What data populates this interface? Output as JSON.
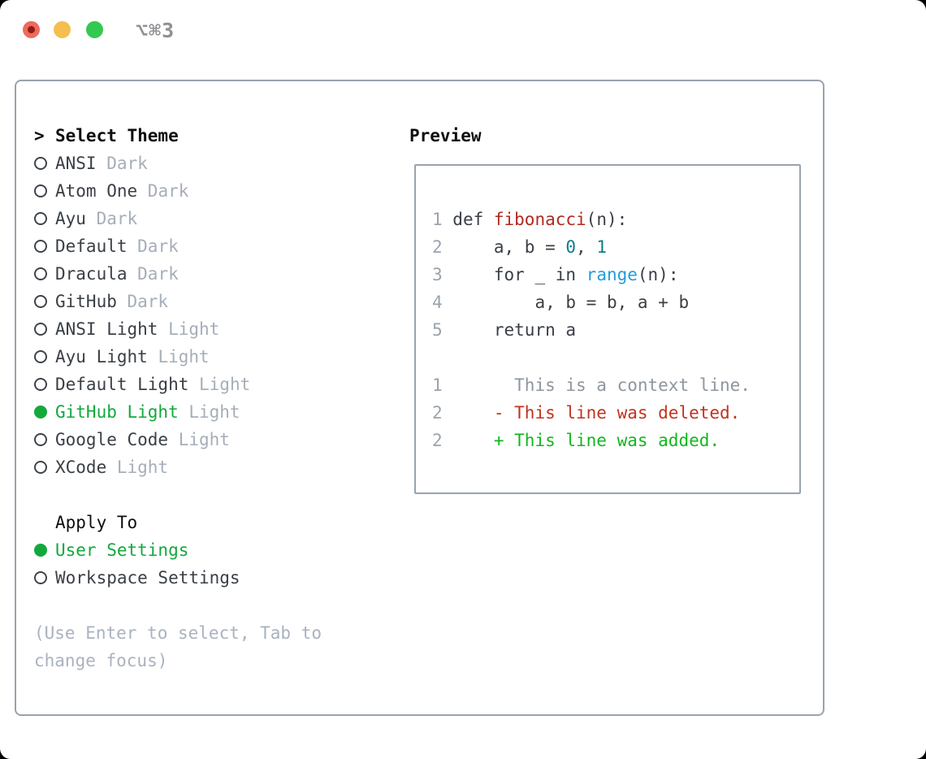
{
  "titlebar": {
    "shortcut": "⌥⌘3",
    "lights": [
      {
        "name": "close-button",
        "color": "#ee6a5e",
        "active_dot": true
      },
      {
        "name": "minimize-button",
        "color": "#f5bf4f",
        "active_dot": false
      },
      {
        "name": "maximize-button",
        "color": "#33c850",
        "active_dot": false
      }
    ]
  },
  "theme_list": {
    "prompt_char": ">",
    "title": "Select Theme",
    "items": [
      {
        "label": "ANSI",
        "variant": "Dark",
        "selected": false
      },
      {
        "label": "Atom One",
        "variant": "Dark",
        "selected": false
      },
      {
        "label": "Ayu",
        "variant": "Dark",
        "selected": false
      },
      {
        "label": "Default",
        "variant": "Dark",
        "selected": false
      },
      {
        "label": "Dracula",
        "variant": "Dark",
        "selected": false
      },
      {
        "label": "GitHub",
        "variant": "Dark",
        "selected": false
      },
      {
        "label": "ANSI Light",
        "variant": "Light",
        "selected": false
      },
      {
        "label": "Ayu Light",
        "variant": "Light",
        "selected": false
      },
      {
        "label": "Default Light",
        "variant": "Light",
        "selected": false
      },
      {
        "label": "GitHub Light",
        "variant": "Light",
        "selected": true
      },
      {
        "label": "Google Code",
        "variant": "Light",
        "selected": false
      },
      {
        "label": "XCode",
        "variant": "Light",
        "selected": false
      }
    ]
  },
  "apply_to": {
    "title": "Apply To",
    "options": [
      {
        "label": "User Settings",
        "selected": true
      },
      {
        "label": "Workspace Settings",
        "selected": false
      }
    ]
  },
  "hint_lines": [
    "(Use Enter to select, Tab to",
    "change focus)"
  ],
  "preview": {
    "title": "Preview",
    "lines": [
      {
        "num": "1",
        "tokens": [
          {
            "t": " def ",
            "c": "plain"
          },
          {
            "t": "fibonacci",
            "c": "fn"
          },
          {
            "t": "(n):",
            "c": "plain"
          }
        ]
      },
      {
        "num": "2",
        "tokens": [
          {
            "t": "     a, b = ",
            "c": "plain"
          },
          {
            "t": "0",
            "c": "num"
          },
          {
            "t": ", ",
            "c": "plain"
          },
          {
            "t": "1",
            "c": "num"
          }
        ]
      },
      {
        "num": "3",
        "tokens": [
          {
            "t": "     for _ in ",
            "c": "plain"
          },
          {
            "t": "range",
            "c": "builtin"
          },
          {
            "t": "(n):",
            "c": "plain"
          }
        ]
      },
      {
        "num": "4",
        "tokens": [
          {
            "t": "         a, b = b, a + b",
            "c": "plain"
          }
        ]
      },
      {
        "num": "5",
        "tokens": [
          {
            "t": "     return a",
            "c": "plain"
          }
        ]
      },
      {
        "num": "",
        "tokens": []
      },
      {
        "num": "1",
        "tokens": [
          {
            "t": "       This is a context line.",
            "c": "ctx"
          }
        ]
      },
      {
        "num": "2",
        "tokens": [
          {
            "t": "     - This line was deleted.",
            "c": "del"
          }
        ]
      },
      {
        "num": "2",
        "tokens": [
          {
            "t": "     + This line was added.",
            "c": "add"
          }
        ]
      }
    ]
  },
  "colors": {
    "selection_green": "#12a93c",
    "added_green": "#12b71d",
    "deleted_red": "#c23320",
    "function_red": "#b02a20",
    "number_teal": "#0d7e86",
    "builtin_blue": "#219fd8",
    "muted_gray": "#a6aeb9",
    "border_gray": "#99a3ae",
    "traffic_red": "#ee6a5e",
    "traffic_yellow": "#f5bf4f",
    "traffic_green": "#33c850"
  }
}
